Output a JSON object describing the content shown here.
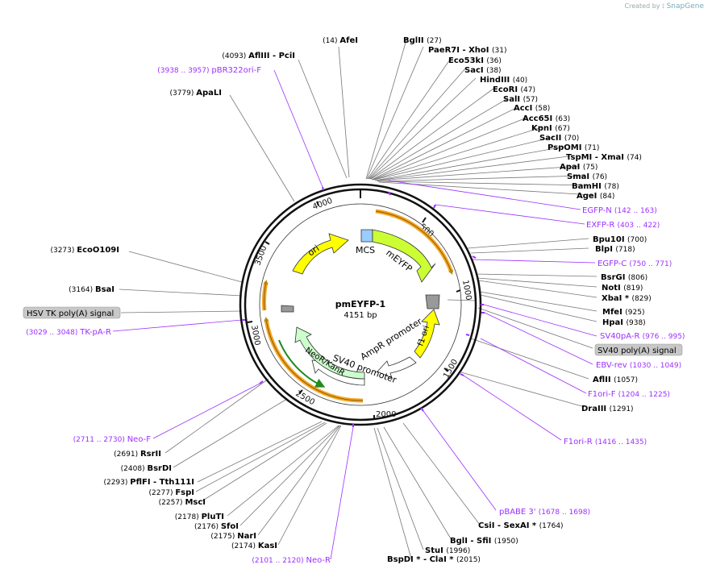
{
  "credit": {
    "prefix": "Created by",
    "brand": "SnapGene",
    "icon": "snapgene-logo-icon"
  },
  "plasmid": {
    "name": "pmEYFP-1",
    "length": "4151 bp"
  },
  "colors": {
    "enzyme_line": "#777777",
    "primer": "#9b30ff",
    "feature_label_bg": "#c8c8c8",
    "orange": "#f5a623",
    "yellow": "#ffff00",
    "green_yellow": "#ccff33",
    "light_green": "#ccffcc",
    "blue": "#99ccff"
  },
  "ruler": [
    "500",
    "1000",
    "1500",
    "2000",
    "2500",
    "3000",
    "3500",
    "4000"
  ],
  "enzymes_right": [
    {
      "pos": "(27)",
      "name": "BglII"
    },
    {
      "pos": "(31)",
      "name": "PaeR7I - XhoI"
    },
    {
      "pos": "(36)",
      "name": "Eco53kI"
    },
    {
      "pos": "(38)",
      "name": "SacI"
    },
    {
      "pos": "(40)",
      "name": "HindIII"
    },
    {
      "pos": "(47)",
      "name": "EcoRI"
    },
    {
      "pos": "(57)",
      "name": "SalI"
    },
    {
      "pos": "(58)",
      "name": "AccI"
    },
    {
      "pos": "(63)",
      "name": "Acc65I"
    },
    {
      "pos": "(67)",
      "name": "KpnI"
    },
    {
      "pos": "(70)",
      "name": "SacII"
    },
    {
      "pos": "(71)",
      "name": "PspOMI"
    },
    {
      "pos": "(74)",
      "name": "TspMI - XmaI"
    },
    {
      "pos": "(75)",
      "name": "ApaI"
    },
    {
      "pos": "(76)",
      "name": "SmaI"
    },
    {
      "pos": "(78)",
      "name": "BamHI"
    },
    {
      "pos": "(84)",
      "name": "AgeI"
    },
    {
      "pos": "(700)",
      "name": "Bpu10I"
    },
    {
      "pos": "(718)",
      "name": "BlpI"
    },
    {
      "pos": "(806)",
      "name": "BsrGI"
    },
    {
      "pos": "(819)",
      "name": "NotI"
    },
    {
      "pos": "(829)",
      "name": "XbaI *"
    },
    {
      "pos": "(925)",
      "name": "MfeI"
    },
    {
      "pos": "(938)",
      "name": "HpaI"
    },
    {
      "pos": "(1057)",
      "name": "AflII"
    },
    {
      "pos": "(1291)",
      "name": "DraIII"
    },
    {
      "pos": "(1764)",
      "name": "CsiI - SexAI *"
    },
    {
      "pos": "(1950)",
      "name": "BglI - SfiI"
    },
    {
      "pos": "(1996)",
      "name": "StuI"
    },
    {
      "pos": "(2015)",
      "name": "BspDI * - ClaI *"
    }
  ],
  "enzymes_left": [
    {
      "pos": "(14)",
      "name": "AfeI"
    },
    {
      "pos": "(4093)",
      "name": "AflIII - PciI"
    },
    {
      "pos": "(3779)",
      "name": "ApaLI"
    },
    {
      "pos": "(3273)",
      "name": "EcoO109I"
    },
    {
      "pos": "(3164)",
      "name": "BsaI"
    },
    {
      "pos": "(2691)",
      "name": "RsrII"
    },
    {
      "pos": "(2408)",
      "name": "BsrDI"
    },
    {
      "pos": "(2293)",
      "name": "PflFI - Tth111I"
    },
    {
      "pos": "(2277)",
      "name": "FspI"
    },
    {
      "pos": "(2257)",
      "name": "MscI"
    },
    {
      "pos": "(2178)",
      "name": "PluTI"
    },
    {
      "pos": "(2176)",
      "name": "SfoI"
    },
    {
      "pos": "(2175)",
      "name": "NarI"
    },
    {
      "pos": "(2174)",
      "name": "KasI"
    }
  ],
  "primers_right": [
    {
      "name": "EGFP-N",
      "range": "(142 .. 163)"
    },
    {
      "name": "EXFP-R",
      "range": "(403 .. 422)"
    },
    {
      "name": "EGFP-C",
      "range": "(750 .. 771)"
    },
    {
      "name": "SV40pA-R",
      "range": "(976 .. 995)"
    },
    {
      "name": "EBV-rev",
      "range": "(1030 .. 1049)"
    },
    {
      "name": "F1ori-F",
      "range": "(1204 .. 1225)"
    },
    {
      "name": "F1ori-R",
      "range": "(1416 .. 1435)"
    },
    {
      "name": "pBABE 3'",
      "range": "(1678 .. 1698)"
    }
  ],
  "primers_left": [
    {
      "name": "pBR322ori-F",
      "range": "(3938 .. 3957)"
    },
    {
      "name": "TK-pA-R",
      "range": "(3029 .. 3048)"
    },
    {
      "name": "Neo-F",
      "range": "(2711 .. 2730)"
    },
    {
      "name": "Neo-R",
      "range": "(2101 .. 2120)"
    }
  ],
  "feature_labels": {
    "hsv": "HSV TK poly(A) signal",
    "sv40pa": "SV40 poly(A) signal"
  },
  "features": {
    "mcs": "MCS",
    "meyfp": "mEYFP",
    "ori": "ori",
    "f1ori": "f1 ori",
    "ampr_promoter": "AmpR promoter",
    "sv40_promoter": "SV40 promoter",
    "neokan": "NeoR/KanR"
  }
}
